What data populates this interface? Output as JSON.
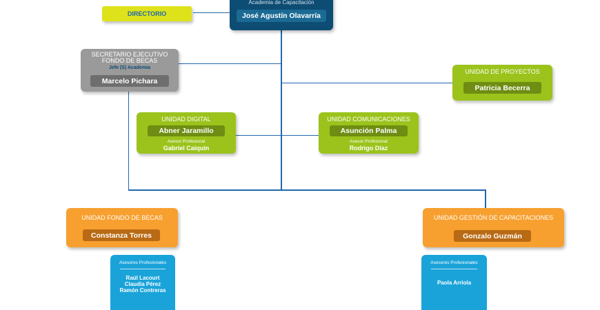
{
  "directorio": {
    "label": "DIRECTORIO"
  },
  "top": {
    "title": "Academia de Capacitación",
    "name": "José Agustín Olavarría"
  },
  "secretario": {
    "title_line1": "SECRETARIO EJECUTIVO",
    "title_line2": "FONDO DE BECAS",
    "subtitle": "Jefe (S) Academia",
    "name": "Marcelo Pichara"
  },
  "proyectos": {
    "title": "UNIDAD DE PROYECTOS",
    "name": "Patricia Becerra"
  },
  "digital": {
    "title": "UNIDAD DIGITAL",
    "name": "Abner Jaramillo",
    "advisor_label": "Asesor Profesional",
    "advisor_name": "Gabriel Caiquín"
  },
  "comunicaciones": {
    "title": "UNIDAD COMUNICACIONES",
    "name": "Asunción Palma",
    "advisor_label": "Asesor Profesional",
    "advisor_name": "Rodrigo Díaz"
  },
  "fondo_becas": {
    "title": "UNIDAD FONDO DE BECAS",
    "name": "Constanza Torres"
  },
  "gestion": {
    "title": "UNIDAD GESTIÓN DE CAPACITACIONES",
    "name": "Gonzalo Guzmán"
  },
  "asesores_left": {
    "label": "Asesores Profesionales",
    "names": [
      "Raúl Lacourt",
      "Claudia Pérez",
      "Ramón Contreras"
    ]
  },
  "asesores_right": {
    "label": "Asesores Profesionales",
    "names": [
      "Paola Arriola"
    ]
  },
  "colors": {
    "line": "#1f67ad",
    "navy": "#0d4c73",
    "gray": "#9a9a9a",
    "green": "#9bc31c",
    "orange": "#f7a030",
    "cyan": "#1aa3d9",
    "yellow": "#dde21a"
  }
}
